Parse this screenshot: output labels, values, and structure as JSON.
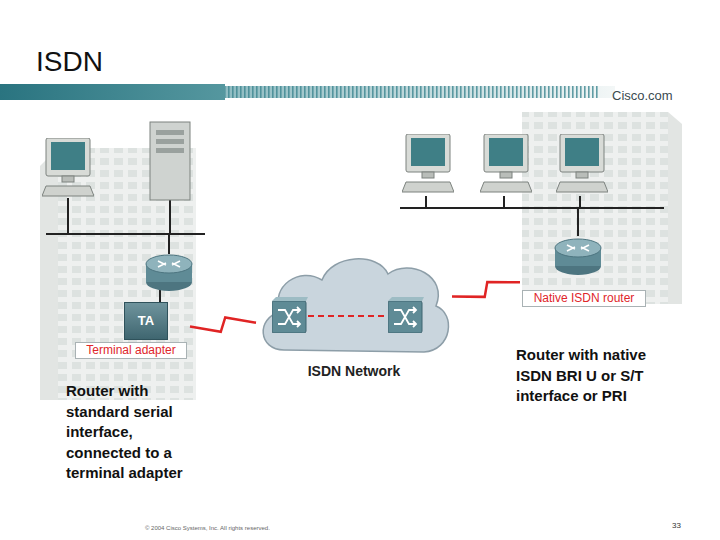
{
  "diagram": {
    "title": "ISDN",
    "nodes": [
      {
        "text": [
          "TA",
          "Terminal adapter"
        ]
      },
      {
        "text": [
          "ISDN Network"
        ]
      },
      {
        "text": [
          "Native ISDN router"
        ]
      }
    ],
    "edges": [
      {
        "from": 0,
        "to": 1,
        "arrow": "none"
      },
      {
        "from": 1,
        "to": 2,
        "arrow": "none"
      }
    ],
    "labels": [
      "Router with standard serial interface, connected to a terminal adapter",
      "Router with native ISDN BRI U or S/T interface or PRI",
      "Cisco.com",
      "© 2004 Cisco Systems, Inc. All rights reserved.",
      "33"
    ]
  }
}
